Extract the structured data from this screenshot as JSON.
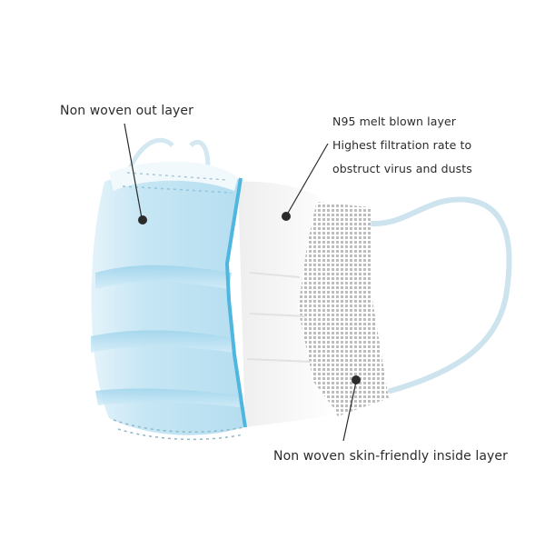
{
  "diagram": {
    "subject": "3-layer disposable face mask",
    "labels": {
      "outer_layer": "Non woven out layer",
      "middle_layer": {
        "line1": "N95 melt blown layer",
        "line2": "Highest filtration rate to",
        "line3": "obstruct virus and dusts"
      },
      "inner_layer": "Non woven skin-friendly inside layer"
    },
    "colors": {
      "mask_blue": "#bfe3f2",
      "mask_blue_dark": "#8ccbe6",
      "edge_blue": "#4fb6e0",
      "white_layer": "#f7f7f7",
      "mesh_grey": "#9a9a9a",
      "ear_loop": "#cde3ee",
      "leader_line": "#2b2b2b",
      "text": "#2b2b2b"
    }
  }
}
